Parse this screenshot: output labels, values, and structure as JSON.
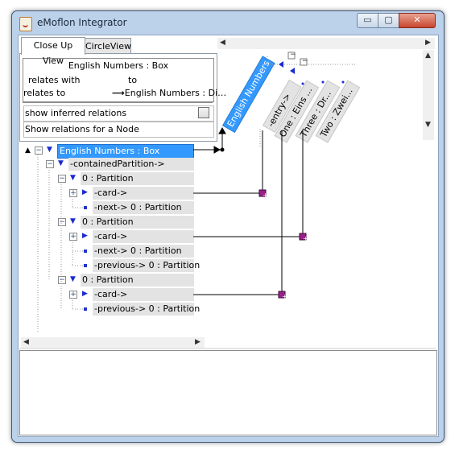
{
  "window": {
    "title": "eMoflon Integrator",
    "min_glyph": "▭",
    "max_glyph": "▢",
    "close_glyph": "✕"
  },
  "tabs": [
    {
      "label": "Close Up View",
      "selected": true
    },
    {
      "label": "CircleView",
      "selected": false
    }
  ],
  "panel": {
    "box_title": "English Numbers : Box",
    "header_relates_with": "relates with",
    "header_to": "to",
    "row_relates_to": "relates to",
    "row_target": "English Numbers : Di…",
    "show_inferred": "show inferred relations",
    "show_relations": "Show relations for a Node"
  },
  "columns": [
    {
      "label": "English Numbers ...",
      "selected": true
    },
    {
      "label": "-entry->",
      "selected": false
    },
    {
      "label": "One : Eins ...",
      "selected": false
    },
    {
      "label": "Three : Dr...",
      "selected": false
    },
    {
      "label": "Two : Zwei...",
      "selected": false
    }
  ],
  "tree": {
    "root": "English Numbers : Box",
    "contained": "-containedPartition->",
    "partition": "0 : Partition",
    "card": "-card->",
    "next_partition": "-next-> 0 : Partition",
    "previous_partition": "-previous-> 0 : Partition"
  },
  "scroll": {
    "left": "◀",
    "right": "▶",
    "up": "▲",
    "down": "▼"
  },
  "colors": {
    "selection": "#3399ff",
    "connector_box": "#9b1f8a",
    "window_frame": "#bcd1ea"
  }
}
